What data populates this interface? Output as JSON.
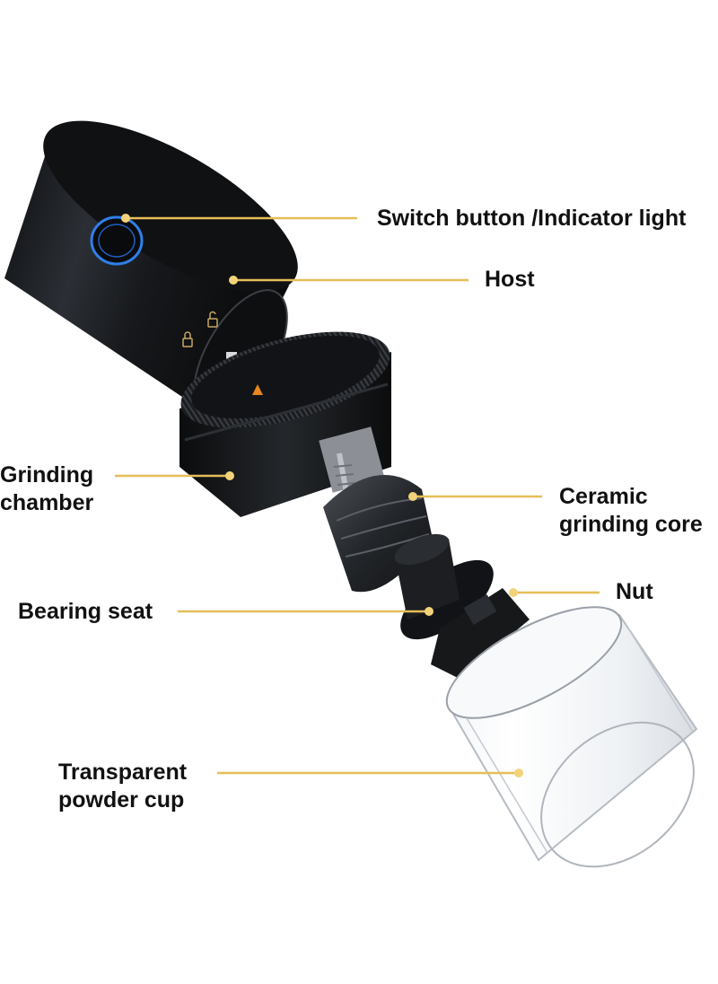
{
  "colors": {
    "leader_line": "#e6be58",
    "leader_dot": "#f3d37a",
    "body_black": "#141618",
    "indicator_blue": "#2f7fe8",
    "glass_edge": "#b7bcc4",
    "pointer_orange": "#e8861e"
  },
  "icons": [
    "power-icon",
    "lock-icon",
    "unlock-icon",
    "pointer-triangle-icon"
  ],
  "labels": {
    "switch": "Switch button /Indicator light",
    "host": "Host",
    "grinding_chamber": [
      "Grinding",
      "chamber"
    ],
    "ceramic_core": [
      "Ceramic",
      "grinding core"
    ],
    "nut": "Nut",
    "bearing_seat": "Bearing seat",
    "powder_cup": [
      "Transparent",
      "powder cup"
    ]
  }
}
